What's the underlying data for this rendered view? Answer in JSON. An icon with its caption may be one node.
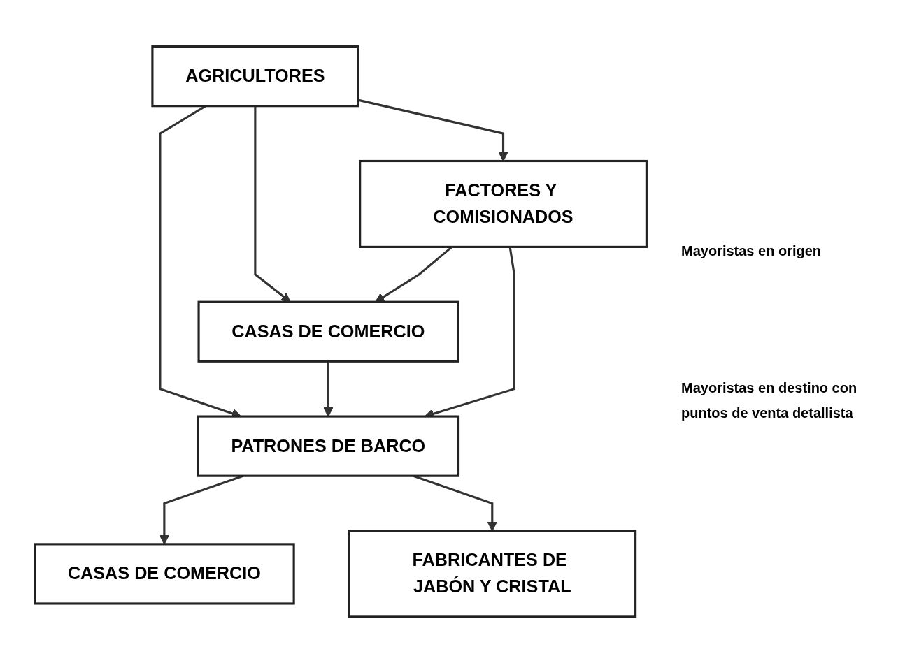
{
  "diagram": {
    "nodes": [
      {
        "text": [
          "AGRICULTORES"
        ]
      },
      {
        "text": [
          "CASAS DE COMERCIO"
        ]
      },
      {
        "text": [
          "PATRONES DE BARCO"
        ]
      },
      {
        "text": [
          "FACTORES Y COMISIONADOS"
        ]
      },
      {
        "text": [
          "CASAS DE COMERCIO"
        ]
      },
      {
        "text": [
          "FABRICANTES DE JABÓN Y CRISTAL"
        ]
      }
    ],
    "edges": [
      {
        "from": 0,
        "to": 3,
        "arrow": "to"
      },
      {
        "from": 0,
        "to": 1,
        "arrow": "to"
      },
      {
        "from": 0,
        "to": 2,
        "arrow": "to"
      },
      {
        "from": 1,
        "to": 2,
        "arrow": "to"
      },
      {
        "from": 3,
        "to": 1,
        "arrow": "to"
      },
      {
        "from": 3,
        "to": 2,
        "arrow": "to"
      },
      {
        "from": 2,
        "to": 4,
        "arrow": "to"
      },
      {
        "from": 2,
        "to": 5,
        "arrow": "to"
      }
    ],
    "labels": [
      "Mayoristas en origen",
      "Mayoristas en destino con puntos de venta detallista"
    ]
  }
}
